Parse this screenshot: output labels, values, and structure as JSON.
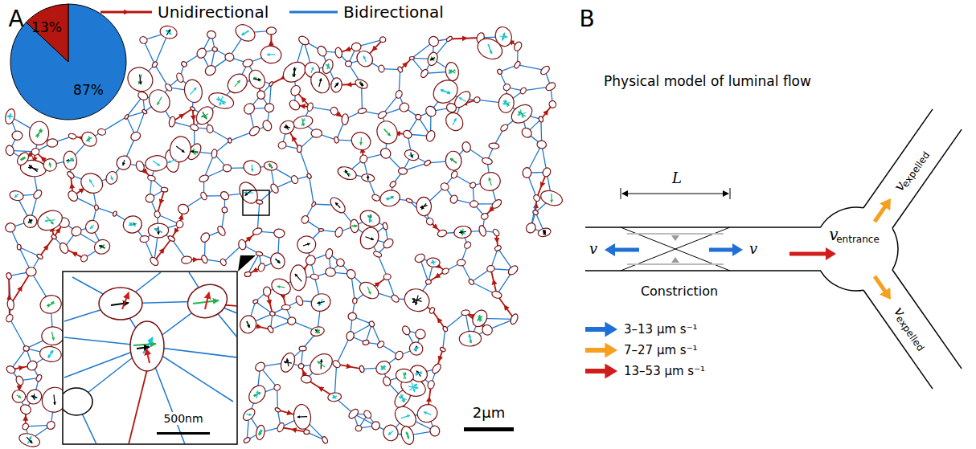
{
  "diagram": {
    "labels": [
      "A",
      "13%",
      "87%",
      "2µm",
      "500nm",
      "B",
      "Physical model of luminal flow",
      "L",
      "v",
      "v",
      "v",
      "entrance",
      "v",
      "expelled",
      "v",
      "expelled",
      "Constriction"
    ],
    "legend": [
      {
        "text": "Unidirectional"
      },
      {
        "text": "Bidirectional"
      },
      {
        "text": "3–13 µm s⁻¹",
        "color": "#1f6fd6"
      },
      {
        "text": "7–27 µm s⁻¹",
        "color": "#f5a01e"
      },
      {
        "text": "13–53 µm s⁻¹",
        "color": "#d11c1c"
      }
    ]
  }
}
